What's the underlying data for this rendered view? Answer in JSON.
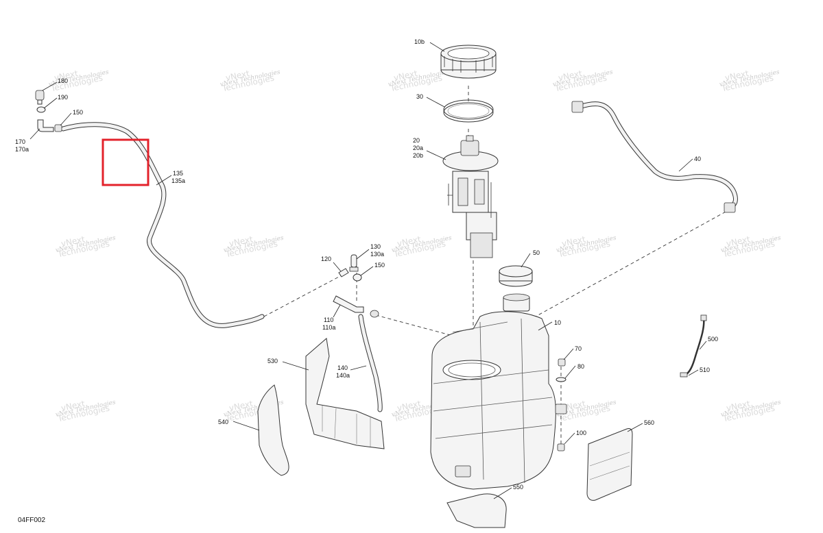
{
  "diagram_code": "04FF002",
  "watermark": {
    "line1": "vNext Technologies",
    "line2": "vNext",
    "line3": "Technologies"
  },
  "callouts": {
    "p180": "180",
    "p190": "190",
    "p150a": "150",
    "p170": "170",
    "p170a": "170a",
    "p135": "135",
    "p135a": "135a",
    "p10b": "10b",
    "p30": "30",
    "p20": "20",
    "p20a": "20a",
    "p20b": "20b",
    "p40": "40",
    "p130": "130",
    "p130a": "130a",
    "p120": "120",
    "p150b": "150",
    "p50": "50",
    "p110": "110",
    "p110a": "110a",
    "p10": "10",
    "p70": "70",
    "p500": "500",
    "p80": "80",
    "p510": "510",
    "p530": "530",
    "p140": "140",
    "p140a": "140a",
    "p540": "540",
    "p100": "100",
    "p560": "560",
    "p550": "550"
  },
  "highlight_color": "#e3222b"
}
